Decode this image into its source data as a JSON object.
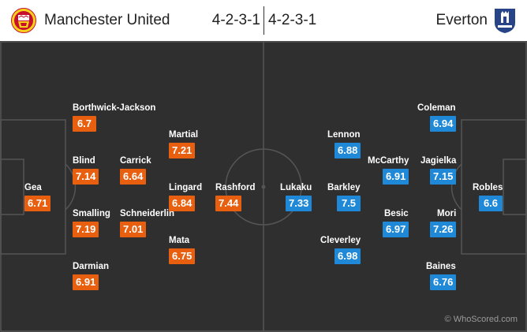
{
  "header": {
    "home": {
      "team": "Manchester United",
      "formation": "4-2-3-1",
      "crest_icon": "manchester-united-crest-icon"
    },
    "away": {
      "team": "Everton",
      "formation": "4-2-3-1",
      "crest_icon": "everton-crest-icon"
    }
  },
  "colors": {
    "pitch": "#2f2f2f",
    "home_rating": "#e8600f",
    "away_rating": "#1f89d8",
    "lines": "#555555"
  },
  "home_players": [
    {
      "name": "Gea",
      "rating": "6.71"
    },
    {
      "name": "Borthwick-Jackson",
      "rating": "6.7"
    },
    {
      "name": "Blind",
      "rating": "7.14"
    },
    {
      "name": "Smalling",
      "rating": "7.19"
    },
    {
      "name": "Darmian",
      "rating": "6.91"
    },
    {
      "name": "Carrick",
      "rating": "6.64"
    },
    {
      "name": "Schneiderlin",
      "rating": "7.01"
    },
    {
      "name": "Martial",
      "rating": "7.21"
    },
    {
      "name": "Lingard",
      "rating": "6.84"
    },
    {
      "name": "Mata",
      "rating": "6.75"
    },
    {
      "name": "Rashford",
      "rating": "7.44"
    }
  ],
  "away_players": [
    {
      "name": "Robles",
      "rating": "6.6"
    },
    {
      "name": "Coleman",
      "rating": "6.94"
    },
    {
      "name": "Jagielka",
      "rating": "7.15"
    },
    {
      "name": "Mori",
      "rating": "7.26"
    },
    {
      "name": "Baines",
      "rating": "6.76"
    },
    {
      "name": "McCarthy",
      "rating": "6.91"
    },
    {
      "name": "Besic",
      "rating": "6.97"
    },
    {
      "name": "Lennon",
      "rating": "6.88"
    },
    {
      "name": "Barkley",
      "rating": "7.5"
    },
    {
      "name": "Cleverley",
      "rating": "6.98"
    },
    {
      "name": "Lukaku",
      "rating": "7.33"
    }
  ],
  "watermark": "© WhoScored.com"
}
